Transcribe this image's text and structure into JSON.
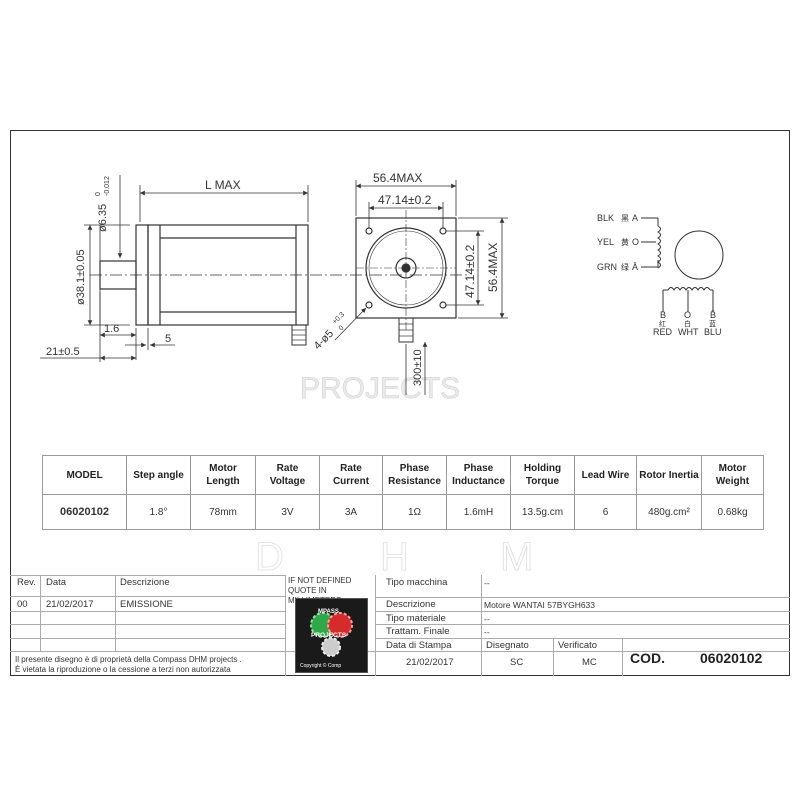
{
  "drawing": {
    "length_label": "L MAX",
    "shaft_dia": "ø6.35",
    "shaft_tol_upper": "0",
    "shaft_tol_lower": "-0.012",
    "pilot_dia": "ø38.1±0.05",
    "dim_1_6": "1.6",
    "dim_5": "5",
    "dim_21": "21±0.5",
    "front_width_max": "56.4MAX",
    "hole_spacing_h": "47.14±0.2",
    "hole_spacing_v": "47.14±0.2",
    "front_height_max": "56.4MAX",
    "holes_label": "4-ø5",
    "holes_tol_upper": "+0.3",
    "holes_tol_lower": "0",
    "lead_length": "300±10",
    "watermark_1": "PROJECTS",
    "watermark_2": "D",
    "watermark_3": "H",
    "watermark_4": "M"
  },
  "wiring": {
    "wires_a": [
      {
        "code": "BLK",
        "cn": "黑",
        "phase": "A"
      },
      {
        "code": "YEL",
        "cn": "黄",
        "phase": "O"
      },
      {
        "code": "GRN",
        "cn": "绿",
        "phase": "Ā"
      }
    ],
    "wires_b": [
      {
        "phase": "B",
        "cn": "红",
        "code": "RED"
      },
      {
        "phase": "O",
        "cn": "白",
        "code": "WHT"
      },
      {
        "phase": "B̄",
        "cn": "蓝",
        "code": "BLU"
      }
    ]
  },
  "spec_table": {
    "headers": [
      "MODEL",
      "Step angle",
      "Motor Length",
      "Rate Voltage",
      "Rate Current",
      "Phase Resistance",
      "Phase Inductance",
      "Holding Torque",
      "Lead Wire",
      "Rotor Inertia",
      "Motor Weight"
    ],
    "row": [
      "06020102",
      "1.8°",
      "78mm",
      "3V",
      "3A",
      "1Ω",
      "1.6mH",
      "13.5g.cm",
      "6",
      "480g.cm²",
      "0.68kg"
    ]
  },
  "title_block": {
    "rev_label": "Rev.",
    "data_label": "Data",
    "descrizione_label": "Descrizione",
    "rev_value": "00",
    "date_value": "21/02/2017",
    "rev_desc": "EMISSIONE",
    "quote_note": "IF NOT DEFINED QUOTE IN MILLIMETERS",
    "tipo_macchina_label": "Tipo macchina",
    "tipo_macchina_value": "--",
    "descrizione2_label": "Descrizione",
    "descrizione2_value": "Motore WANTAI 57BYGH633",
    "tipo_materiale_label": "Tipo materiale",
    "tipo_materiale_value": "--",
    "trattam_label": "Trattam. Finale",
    "trattam_value": "--",
    "data_stampa_label": "Data di Stampa",
    "data_stampa_value": "21/02/2017",
    "disegnato_label": "Disegnato",
    "disegnato_value": "SC",
    "verificato_label": "Verificato",
    "verificato_value": "MC",
    "cod_label": "COD.",
    "cod_value": "06020102",
    "property_note_1": "Il presente disegno è di proprietà della Compass DHM projects .",
    "property_note_2": "È vietata la riproduzione o la cessione a terzi non autorizzata",
    "logo_text_1": "MPASS",
    "logo_text_2": "PROJECTS",
    "logo_copyright": "Copyright © Comp"
  }
}
